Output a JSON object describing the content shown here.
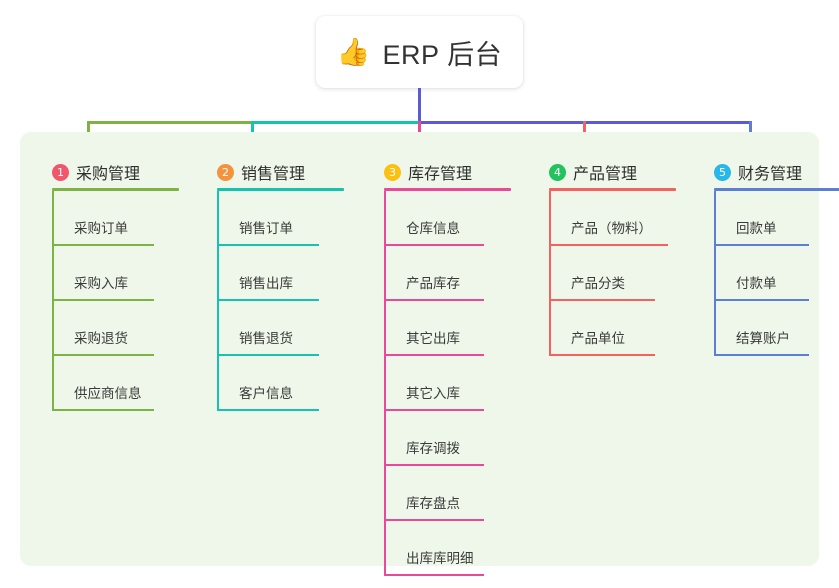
{
  "root": {
    "icon": "thumbs-up-icon",
    "icon_glyph": "👍",
    "title": "ERP 后台"
  },
  "palette": {
    "panel_bg": "#eef7e9",
    "root_connector": "#5b5bd6",
    "text": "#3a3a3a"
  },
  "connectors": {
    "root_drop_color": "#5b5bd6",
    "bus_segments": [
      {
        "color": "#7cb342"
      },
      {
        "color": "#16c2b0"
      },
      {
        "color": "#5b5bd6"
      }
    ]
  },
  "columns": [
    {
      "number": "1",
      "title": "采购管理",
      "badge_color": "#f2566b",
      "accent": "#7cb342",
      "items": [
        {
          "label": "采购订单"
        },
        {
          "label": "采购入库"
        },
        {
          "label": "采购退货"
        },
        {
          "label": "供应商信息"
        }
      ]
    },
    {
      "number": "2",
      "title": "销售管理",
      "badge_color": "#f5923e",
      "accent": "#16c2b0",
      "items": [
        {
          "label": "销售订单"
        },
        {
          "label": "销售出库"
        },
        {
          "label": "销售退货"
        },
        {
          "label": "客户信息"
        }
      ]
    },
    {
      "number": "3",
      "title": "库存管理",
      "badge_color": "#fcc013",
      "accent": "#ec4899",
      "items": [
        {
          "label": "仓库信息"
        },
        {
          "label": "产品库存"
        },
        {
          "label": "其它出库"
        },
        {
          "label": "其它入库"
        },
        {
          "label": "库存调拨"
        },
        {
          "label": "库存盘点"
        },
        {
          "label": "出库库明细"
        }
      ]
    },
    {
      "number": "4",
      "title": "产品管理",
      "badge_color": "#22c35e",
      "accent": "#f4615e",
      "items": [
        {
          "label": "产品（物料）"
        },
        {
          "label": "产品分类"
        },
        {
          "label": "产品单位"
        }
      ]
    },
    {
      "number": "5",
      "title": "财务管理",
      "badge_color": "#29b6e8",
      "accent": "#5b7fd4",
      "items": [
        {
          "label": "回款单"
        },
        {
          "label": "付款单"
        },
        {
          "label": "结算账户"
        }
      ]
    }
  ]
}
